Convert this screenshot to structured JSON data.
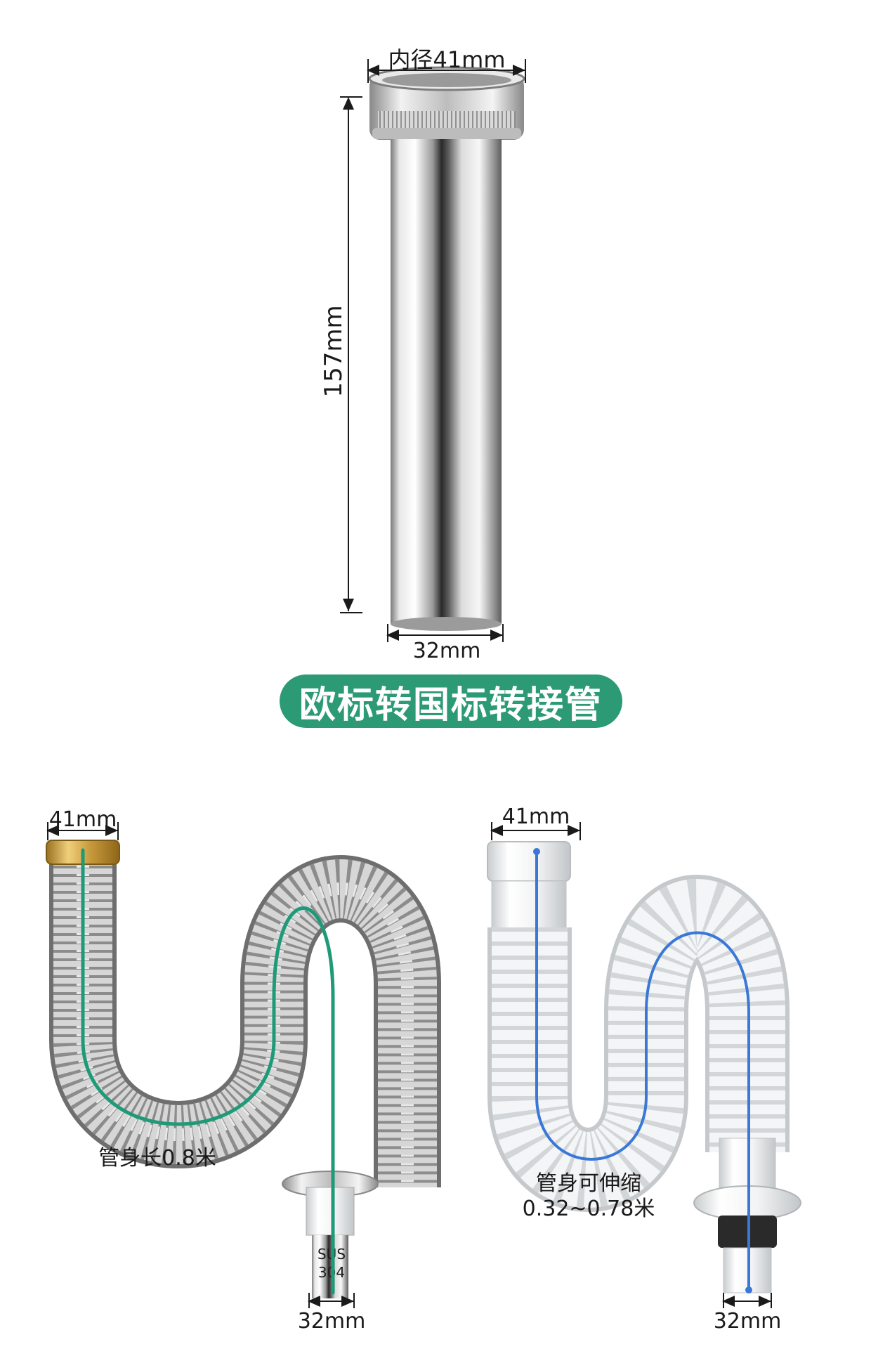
{
  "top_pipe": {
    "inner_diameter_label": "内径41mm",
    "length_label": "157mm",
    "bottom_diameter_label": "32mm"
  },
  "banner": {
    "title": "欧标转国标转接管"
  },
  "steel_hose": {
    "top_label": "41mm",
    "length_label": "管身长0.8米",
    "stamp_line1": "SUS",
    "stamp_line2": "304",
    "bottom_label": "32mm"
  },
  "plastic_hose": {
    "top_label": "41mm",
    "caption_line1": "管身可伸缩",
    "caption_line2": "0.32~0.78米",
    "bottom_label": "32mm"
  },
  "colors": {
    "banner": "#2c9a74",
    "steel_centerline": "#1f9a78",
    "plastic_centerline": "#3a78d8",
    "brass_nut": "#c9a04a"
  }
}
